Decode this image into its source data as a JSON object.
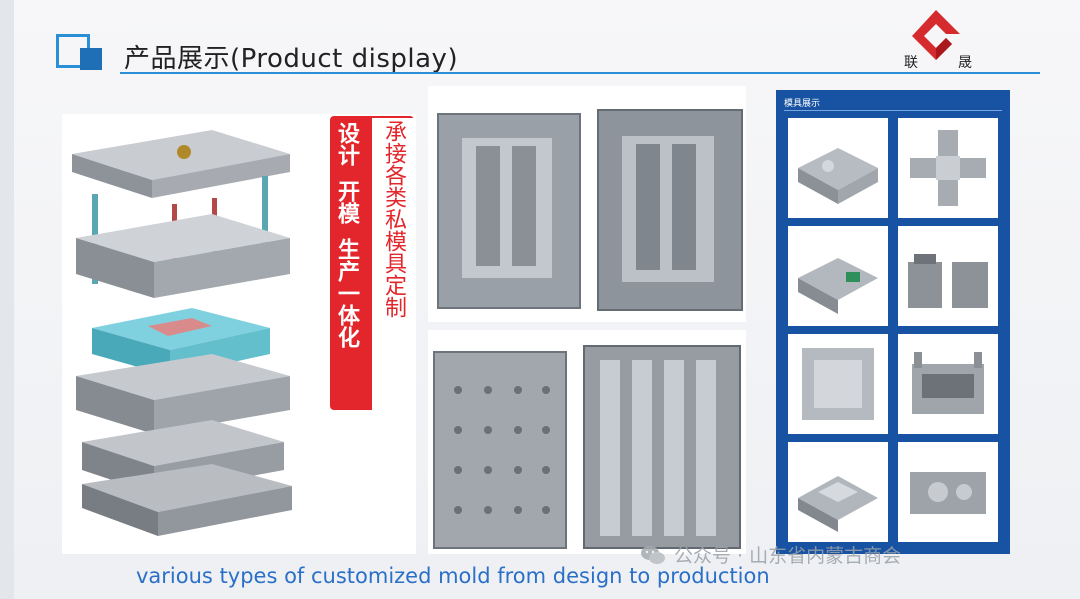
{
  "header": {
    "title": "产品展示(Product display)",
    "logo_text_left": "联",
    "logo_text_right": "晟"
  },
  "banner": {
    "col_right": "设计",
    "col_mid": "开模",
    "col_left": "生产一体化",
    "vertical_text": "承接各类私模具定制"
  },
  "catalog": {
    "header": "模具展示"
  },
  "caption": "various types of customized mold from design to production",
  "watermark": {
    "icon": "wechat-icon",
    "text": "公众号 · 山东省内蒙古商会"
  },
  "colors": {
    "accent": "#2a8fd6",
    "brand_red": "#e3262b",
    "catalog_blue": "#1853a3",
    "caption": "#2a6fc8"
  }
}
